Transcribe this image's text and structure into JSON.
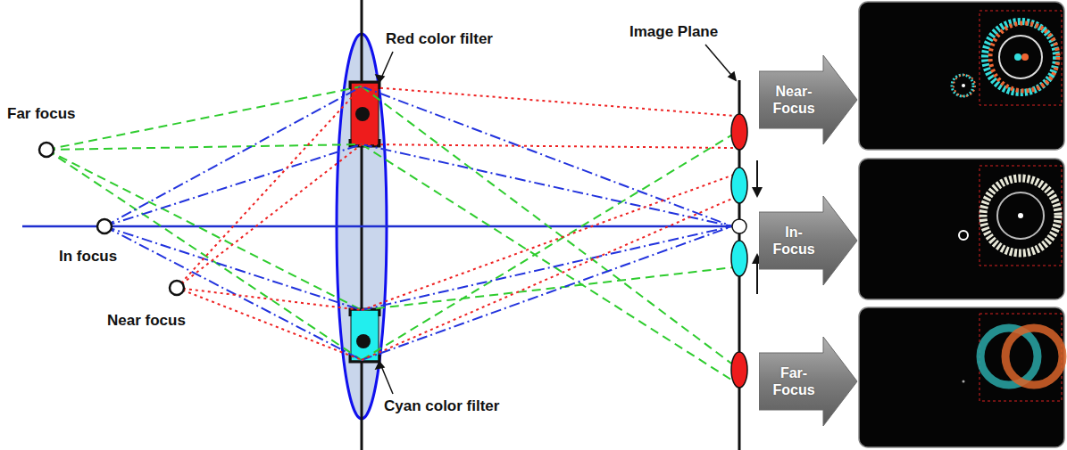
{
  "diagram": {
    "nodes": [
      {
        "text": [
          "Near- Focus"
        ]
      },
      {
        "text": [
          "In- Focus"
        ]
      },
      {
        "text": [
          "Far- Focus"
        ]
      }
    ],
    "labels": [
      "Far focus",
      "In focus",
      "Near focus",
      "Red color filter",
      "Cyan color filter",
      "Image Plane"
    ]
  }
}
